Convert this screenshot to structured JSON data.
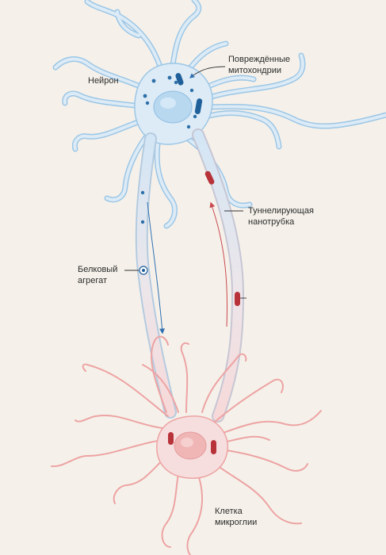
{
  "labels": {
    "neuron": "Нейрон",
    "damaged_mitochondria": "Повреждённые\nмитохондрии",
    "tunneling_nanotube": "Туннелирующая\nнанотрубка",
    "protein_aggregate": "Белковый\nагрегат",
    "microglia_cell": "Клетка\nмикроглии"
  },
  "colors": {
    "background": "#f5f1ea",
    "neuron_fill": "#dcebf6",
    "neuron_outline": "#9cc6e6",
    "neuron_nucleus": "#b8d8f0",
    "microglia_fill": "#f6dede",
    "microglia_outline": "#eda3a3",
    "microglia_nucleus": "#f0b6b6",
    "protein_dot": "#2d6fa8",
    "mitochondria_neuron": "#1f5f9a",
    "mitochondria_damaged": "#b8323a",
    "arrow_blue": "#2f6fb0",
    "arrow_red": "#c9484f"
  }
}
